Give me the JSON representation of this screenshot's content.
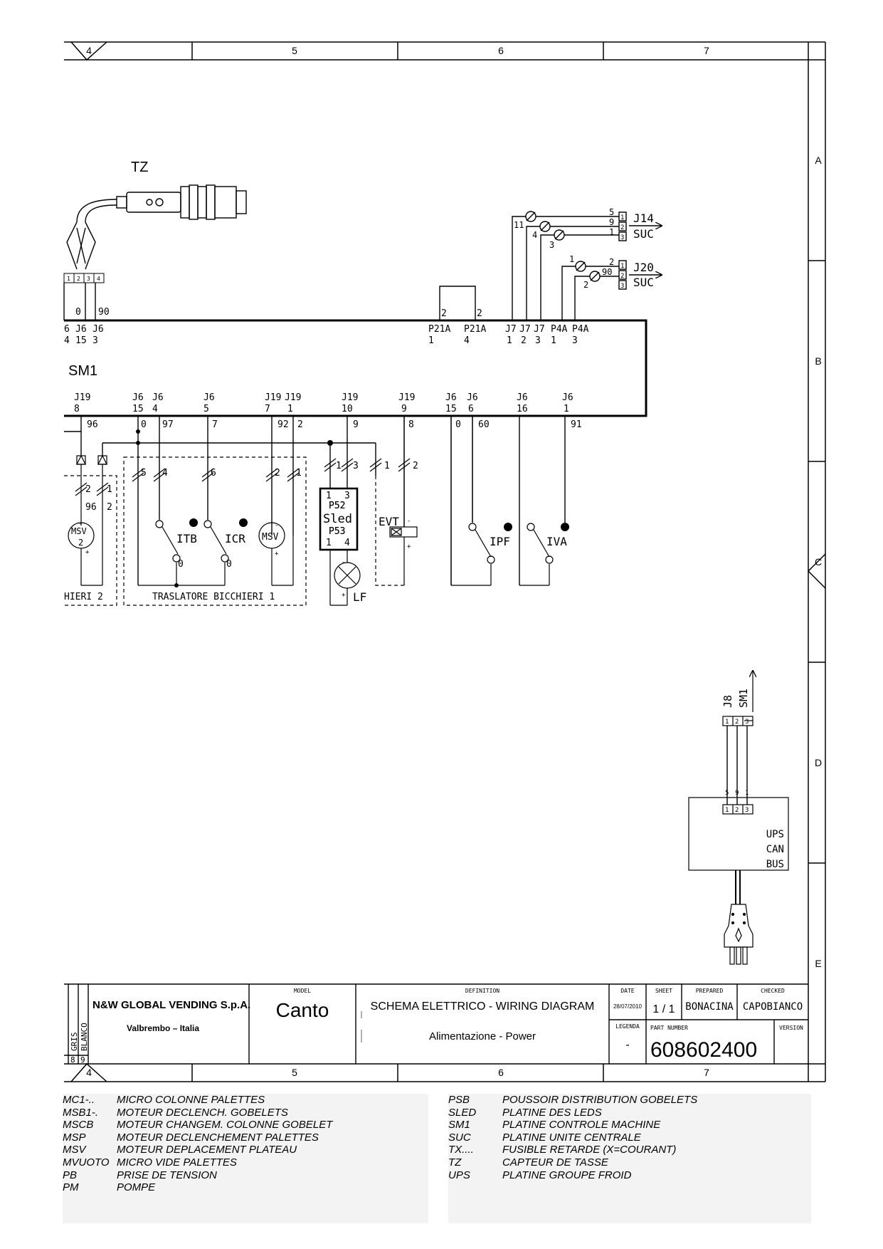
{
  "frame": {
    "col_top": [
      "4",
      "5",
      "6",
      "7"
    ],
    "col_bottom": [
      "4",
      "5",
      "6",
      "7"
    ],
    "rows": [
      "A",
      "B",
      "C",
      "D",
      "E"
    ]
  },
  "components": {
    "tz": "TZ",
    "sm1": "SM1",
    "j14": "J14",
    "j20": "J20",
    "suc1": "SUC",
    "suc2": "SUC",
    "itb": "ITB",
    "icr": "ICR",
    "msv": "MSV",
    "msv2_top": "MSV",
    "msv2_bot": "2",
    "p52": "P52",
    "sled": "Sled",
    "p53": "P53",
    "lf": "LF",
    "evt": "EVT",
    "ipf": "IPF",
    "iva": "IVA",
    "group1": "TRASLATORE BICCHIERI 1",
    "group2": "HIERI 2",
    "ups1": "UPS",
    "ups2": "CAN",
    "ups3": "BUS",
    "j8": "J8",
    "sm1_arrow": "SM1"
  },
  "title_block": {
    "company": "N&W GLOBAL VENDING S.p.A.",
    "location": "Valbrembo – Italia",
    "model_label": "MODEL",
    "model": "Canto",
    "definition_label": "DEFINITION",
    "definition1": "SCHEMA ELETTRICO - WIRING DIAGRAM",
    "definition2": "Alimentazione - Power",
    "date_label": "DATE",
    "date": "28/07/2010",
    "sheet_label": "SHEET",
    "sheet": "1 / 1",
    "prepared_label": "PREPARED",
    "prepared": "BONACINA",
    "checked_label": "CHECKED",
    "checked": "CAPOBIANCO",
    "legenda_label": "LEGENDA",
    "legenda": "-",
    "part_label": "PART NUMBER",
    "part_number": "608602400",
    "version_label": "VERSION",
    "side_colors": [
      "GRIS",
      "BLANCO"
    ],
    "side_nums": [
      "8",
      "9"
    ]
  },
  "legend_left": [
    {
      "code": "MC1-..",
      "desc": "MICRO COLONNE PALETTES"
    },
    {
      "code": "MSB1-.",
      "desc": "MOTEUR DECLENCH. GOBELETS"
    },
    {
      "code": "MSCB",
      "desc": "MOTEUR CHANGEM. COLONNE GOBELET"
    },
    {
      "code": "MSP",
      "desc": "MOTEUR DECLENCHEMENT PALETTES"
    },
    {
      "code": "MSV",
      "desc": "MOTEUR DEPLACEMENT PLATEAU"
    },
    {
      "code": "MVUOTO",
      "desc": "MICRO VIDE PALETTES"
    },
    {
      "code": "PB",
      "desc": "PRISE DE TENSION"
    },
    {
      "code": "PM",
      "desc": "POMPE"
    }
  ],
  "legend_right": [
    {
      "code": "PSB",
      "desc": "POUSSOIR DISTRIBUTION GOBELETS"
    },
    {
      "code": "SLED",
      "desc": "PLATINE DES LEDS"
    },
    {
      "code": "SM1",
      "desc": "PLATINE CONTROLE MACHINE"
    },
    {
      "code": "SUC",
      "desc": "PLATINE UNITE CENTRALE"
    },
    {
      "code": "TX....",
      "desc": "FUSIBLE RETARDE (X=COURANT)"
    },
    {
      "code": "TZ",
      "desc": "CAPTEUR DE TASSE"
    },
    {
      "code": "UPS",
      "desc": "PLATINE GROUPE  FROID"
    }
  ]
}
